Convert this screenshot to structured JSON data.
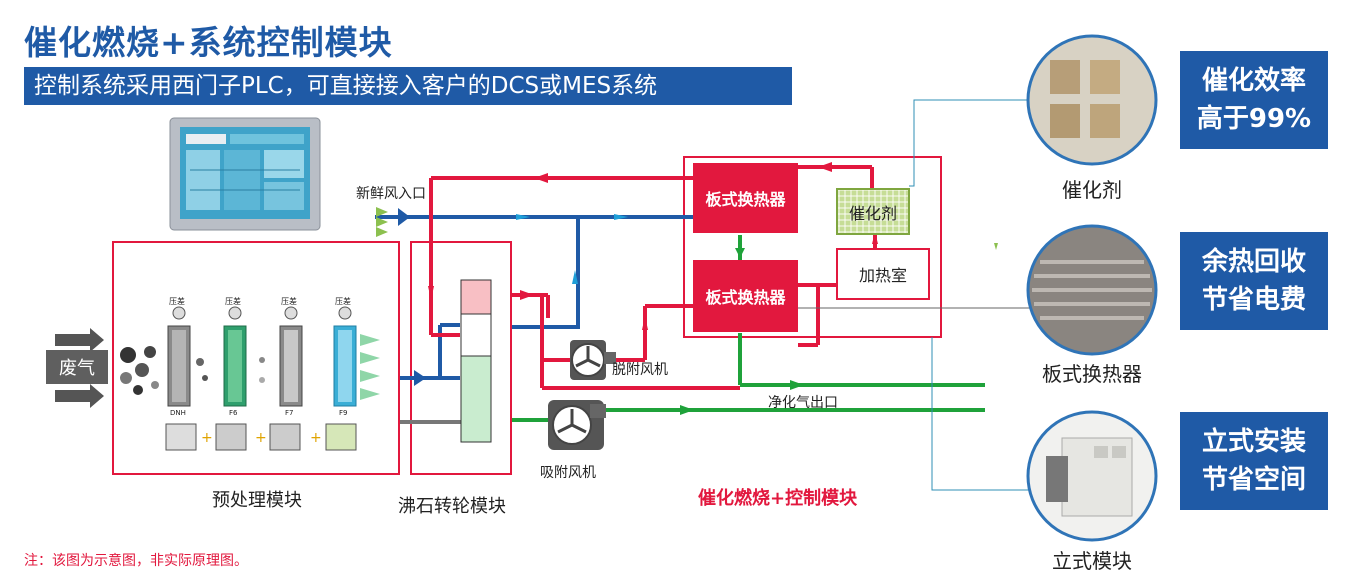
{
  "header": {
    "title": "催化燃烧+系统控制模块",
    "subtitle": "控制系统采用西门子PLC，可直接接入客户的DCS或MES系统"
  },
  "modules": {
    "pretreatment": "预处理模块",
    "zeolite": "沸石转轮模块",
    "catalytic": "催化燃烧+控制模块"
  },
  "components": {
    "hx_top": "板式换热器",
    "hx_bottom": "板式换热器",
    "catalyst": "催化剂",
    "heating_room": "加热室",
    "desorption_fan": "脱附风机",
    "adsorption_fan": "吸附风机",
    "fresh_air_inlet": "新鲜风入口",
    "clean_gas_outlet": "净化气出口",
    "waste_gas": "废气"
  },
  "filters": {
    "gauge_label": "压差",
    "stages": [
      "DNH",
      "F6",
      "F7",
      "F9"
    ]
  },
  "features": [
    {
      "line1": "催化效率",
      "line2": "高于99%",
      "caption": "催化剂"
    },
    {
      "line1": "余热回收",
      "line2": "节省电费",
      "caption": "板式换热器"
    },
    {
      "line1": "立式安装",
      "line2": "节省空间",
      "caption": "立式模块"
    }
  ],
  "note": "注：该图为示意图，非实际原理图。",
  "colors": {
    "brand_blue": "#1f5aa6",
    "hot_red": "#e2183e",
    "clean_green": "#1fa23a",
    "process_blue": "#1f5aa6"
  }
}
